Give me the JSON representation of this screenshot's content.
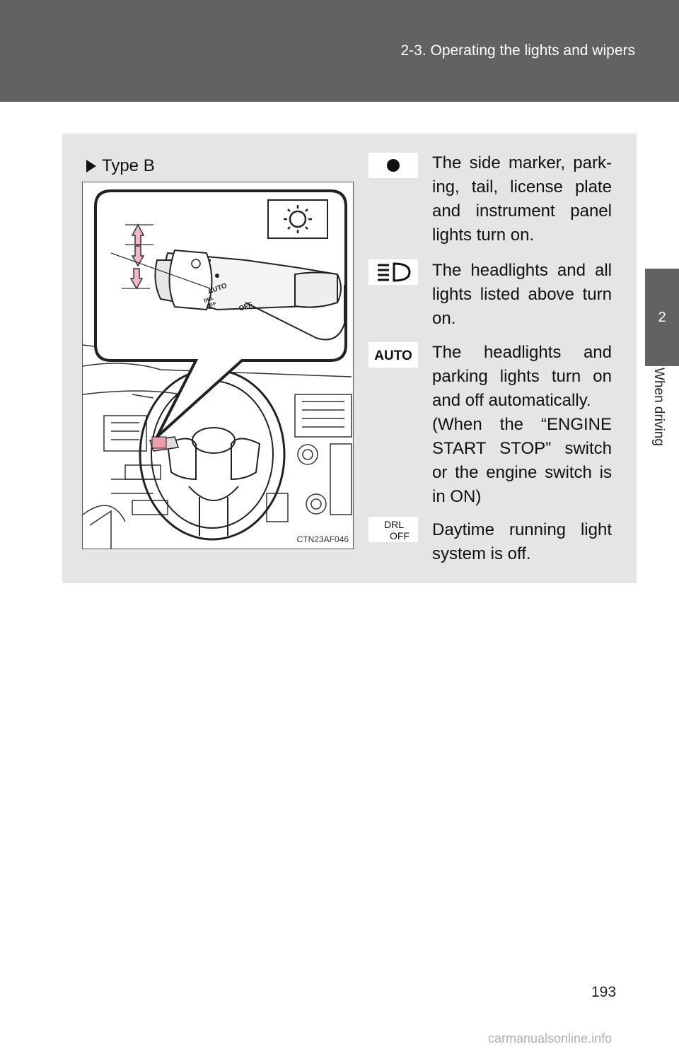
{
  "header": {
    "title": "2-3. Operating the lights and wipers"
  },
  "side_tab": {
    "number": "2",
    "label": "When driving"
  },
  "section": {
    "type_label": "Type B"
  },
  "figure": {
    "code": "CTN23AF046",
    "switch_text": {
      "auto": "AUTO",
      "off": "OFF",
      "drl": "DRL",
      "off_small": "OFF"
    }
  },
  "items": [
    {
      "icon": "parking-light-dot-icon",
      "text": "The side marker, park-ing, tail, license plate and instrument panel lights turn on."
    },
    {
      "icon": "headlight-icon",
      "text": "The headlights and all lights listed above turn on."
    },
    {
      "icon": "auto-icon",
      "icon_text": "AUTO",
      "text": "The headlights and parking lights turn on and off automatically.",
      "note": "(When the “ENGINE START STOP” switch or the engine switch is in ON)"
    },
    {
      "icon": "drl-off-icon",
      "icon_text_top": "DRL",
      "icon_text_bottom": "OFF",
      "text": "Daytime running light system is off."
    }
  ],
  "page_number": "193",
  "watermark": "carmanualsonline.info"
}
